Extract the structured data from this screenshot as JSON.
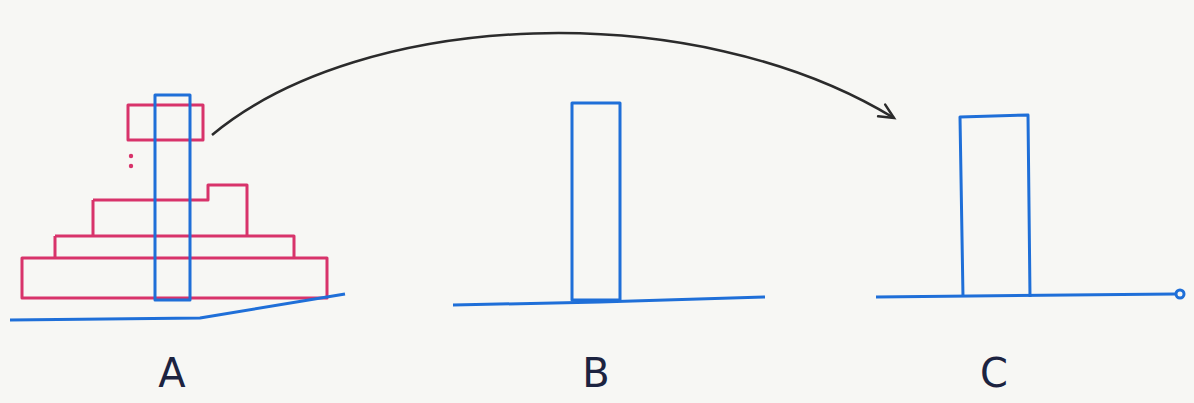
{
  "diagram": {
    "nodes": [
      {
        "text": [
          "A"
        ]
      },
      {
        "text": [
          "B"
        ]
      },
      {
        "text": [
          "C"
        ]
      }
    ],
    "edges": [
      {
        "from": 0,
        "to": 2,
        "arrow": "to"
      }
    ]
  }
}
